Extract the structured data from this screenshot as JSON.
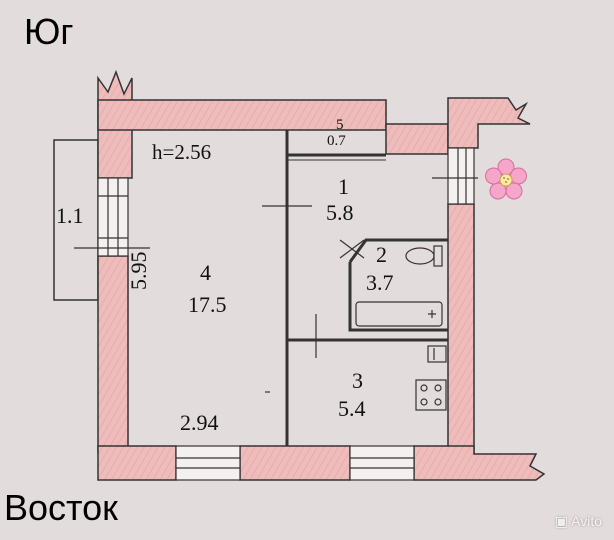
{
  "compass": {
    "north_label": "Юг",
    "bottom_label": "Восток"
  },
  "ceiling_height": "h=2.56",
  "rooms": [
    {
      "number": "1",
      "area": "5.8"
    },
    {
      "number": "2",
      "area": "3.7"
    },
    {
      "number": "3",
      "area": "5.4"
    },
    {
      "number": "4",
      "area": "17.5"
    }
  ],
  "dimensions": {
    "balcony_depth": "1.1",
    "room4_length": "5.95",
    "room4_width": "2.94",
    "closet_top": "5",
    "closet_bottom": "0.7"
  },
  "watermark": "Avito",
  "colors": {
    "wall_fill": "#efbcbc",
    "wall_stroke": "#333333",
    "background": "#e2dcdc"
  },
  "icons": [
    "flower-icon",
    "camera-icon"
  ]
}
